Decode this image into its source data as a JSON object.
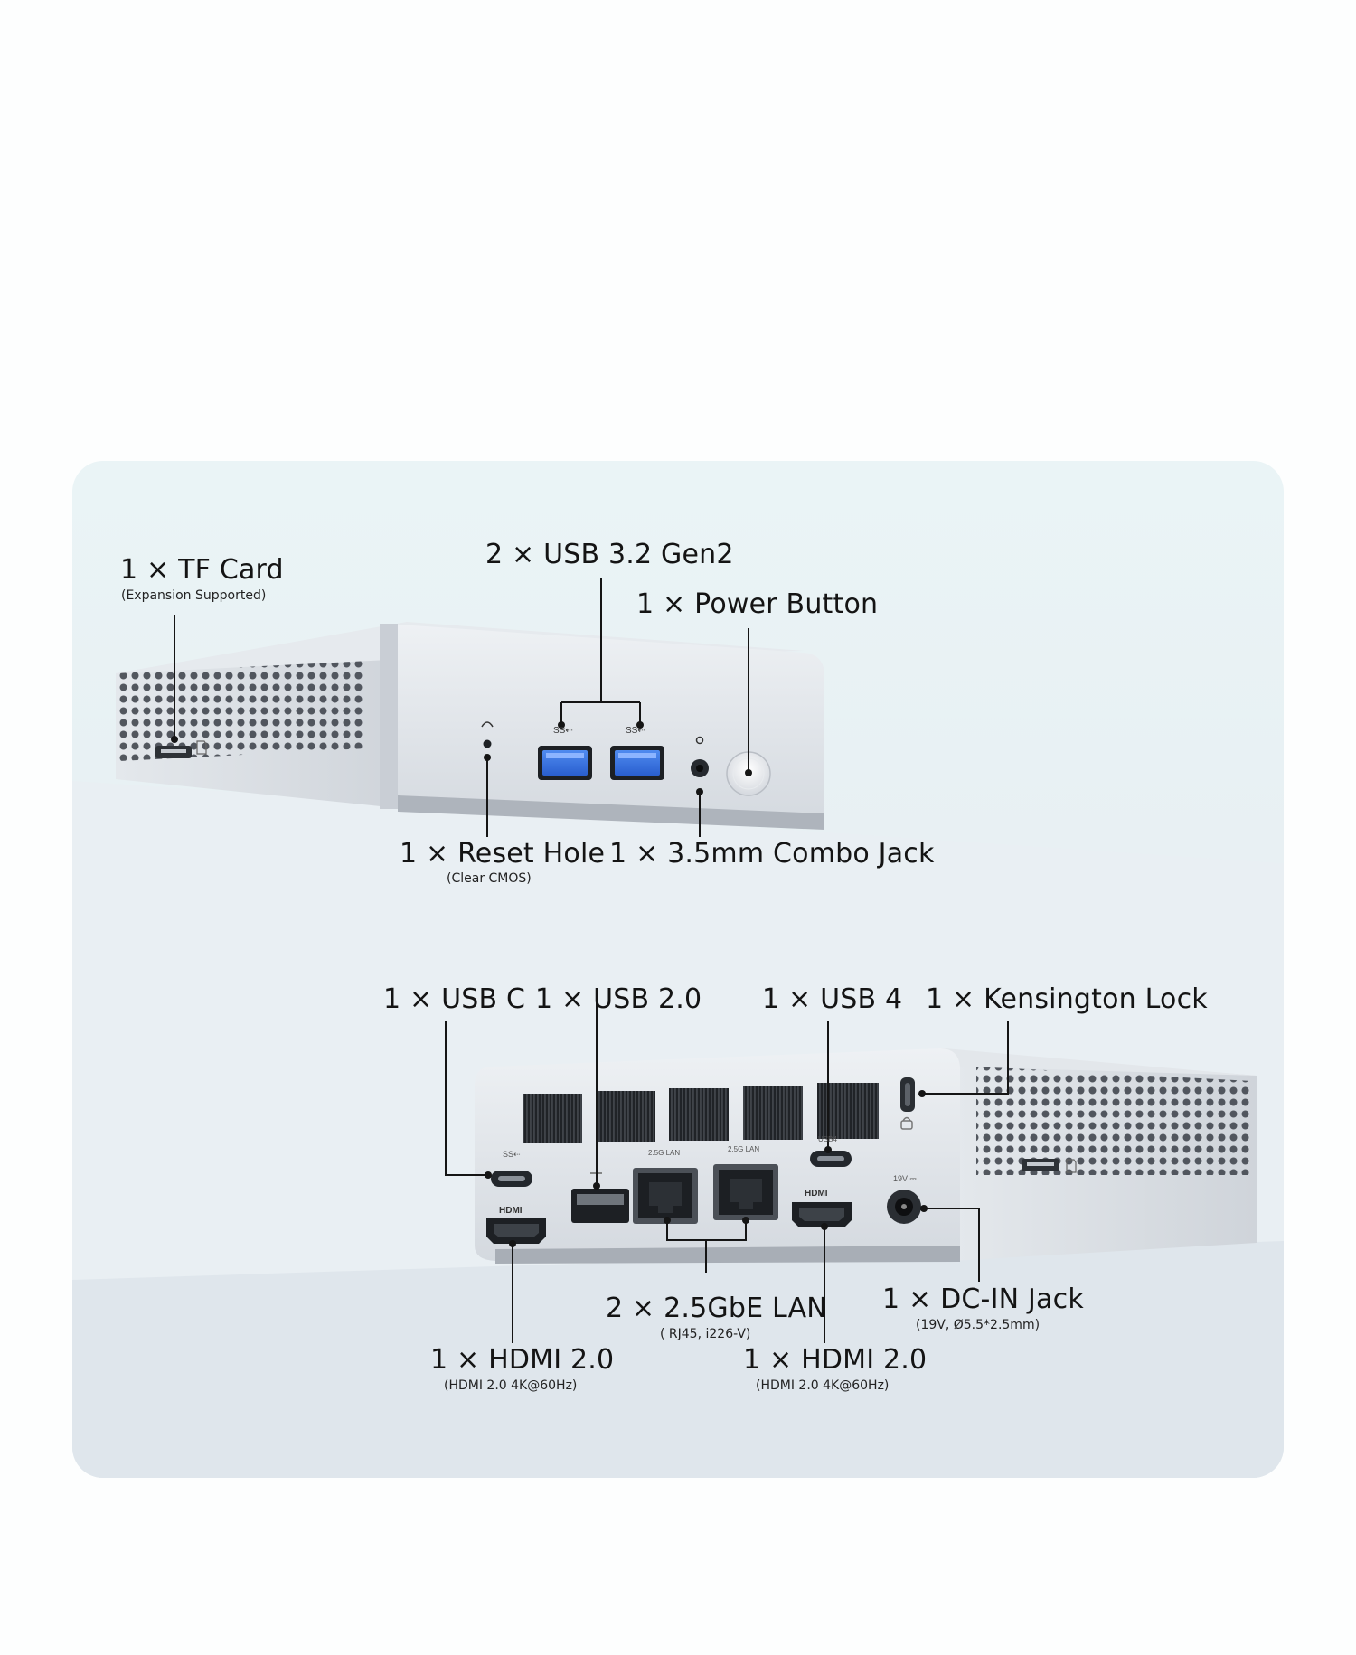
{
  "front": {
    "tf_card": {
      "label": "1 × TF Card",
      "sub": "(Expansion Supported)"
    },
    "usb32": {
      "label": "2 × USB 3.2 Gen2"
    },
    "power": {
      "label": "1 × Power Button"
    },
    "reset": {
      "label": "1 × Reset Hole",
      "sub": "(Clear CMOS)"
    },
    "jack": {
      "label": "1 × 3.5mm Combo Jack"
    },
    "port_marks": {
      "ss1": "SS⇠",
      "ss2": "SS⇠"
    }
  },
  "back": {
    "usbc": {
      "label": "1 × USB C"
    },
    "usb20": {
      "label": "1 × USB 2.0"
    },
    "usb4": {
      "label": "1 × USB 4"
    },
    "kensington": {
      "label": "1 × Kensington Lock"
    },
    "lan": {
      "label": "2 × 2.5GbE LAN",
      "sub": "( RJ45, i226-V)"
    },
    "dcin": {
      "label": "1 × DC-IN Jack",
      "sub": "(19V, Ø5.5*2.5mm)"
    },
    "hdmi1": {
      "label": "1 × HDMI 2.0",
      "sub": "(HDMI 2.0  4K@60Hz)"
    },
    "hdmi2": {
      "label": "1 × HDMI 2.0",
      "sub": "(HDMI 2.0  4K@60Hz)"
    },
    "port_marks": {
      "ss": "SS⇠",
      "lan1": "2.5G LAN",
      "lan2": "2.5G LAN",
      "usb4": "USB4",
      "hdmi1": "HDMI",
      "hdmi2": "HDMI",
      "v19": "19V ⎓"
    }
  },
  "colors": {
    "accent_usb": "#2f6fe0",
    "body": "#d9dde3",
    "card_top": "#eaf4f6",
    "card_bottom": "#dde5ea"
  }
}
